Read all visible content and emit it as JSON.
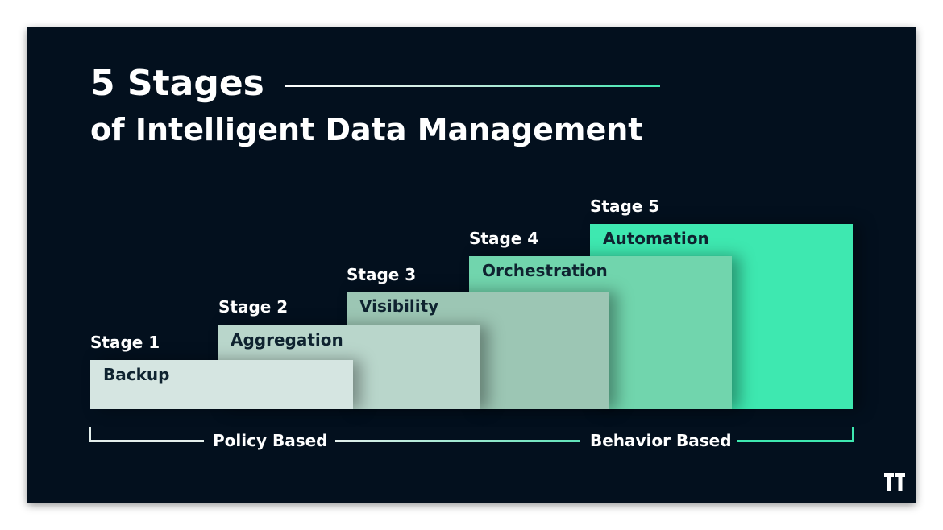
{
  "title": {
    "line1": "5 Stages",
    "line2": "of Intelligent Data Management"
  },
  "stages": [
    {
      "label": "Stage 1",
      "name": "Backup",
      "color": "#d5e5e1"
    },
    {
      "label": "Stage 2",
      "name": "Aggregation",
      "color": "#b9d6cb"
    },
    {
      "label": "Stage 3",
      "name": "Visibility",
      "color": "#9cc6b4"
    },
    {
      "label": "Stage 4",
      "name": "Orchestration",
      "color": "#71d5ad"
    },
    {
      "label": "Stage 5",
      "name": "Automation",
      "color": "#3ee8b0"
    }
  ],
  "axis": {
    "left_label": "Policy Based",
    "right_label": "Behavior Based"
  },
  "colors": {
    "background": "#03101e",
    "accent": "#3ee8b0",
    "text": "#ffffff"
  },
  "logo": {
    "text": "TT",
    "icon": "tt-logo-icon"
  }
}
